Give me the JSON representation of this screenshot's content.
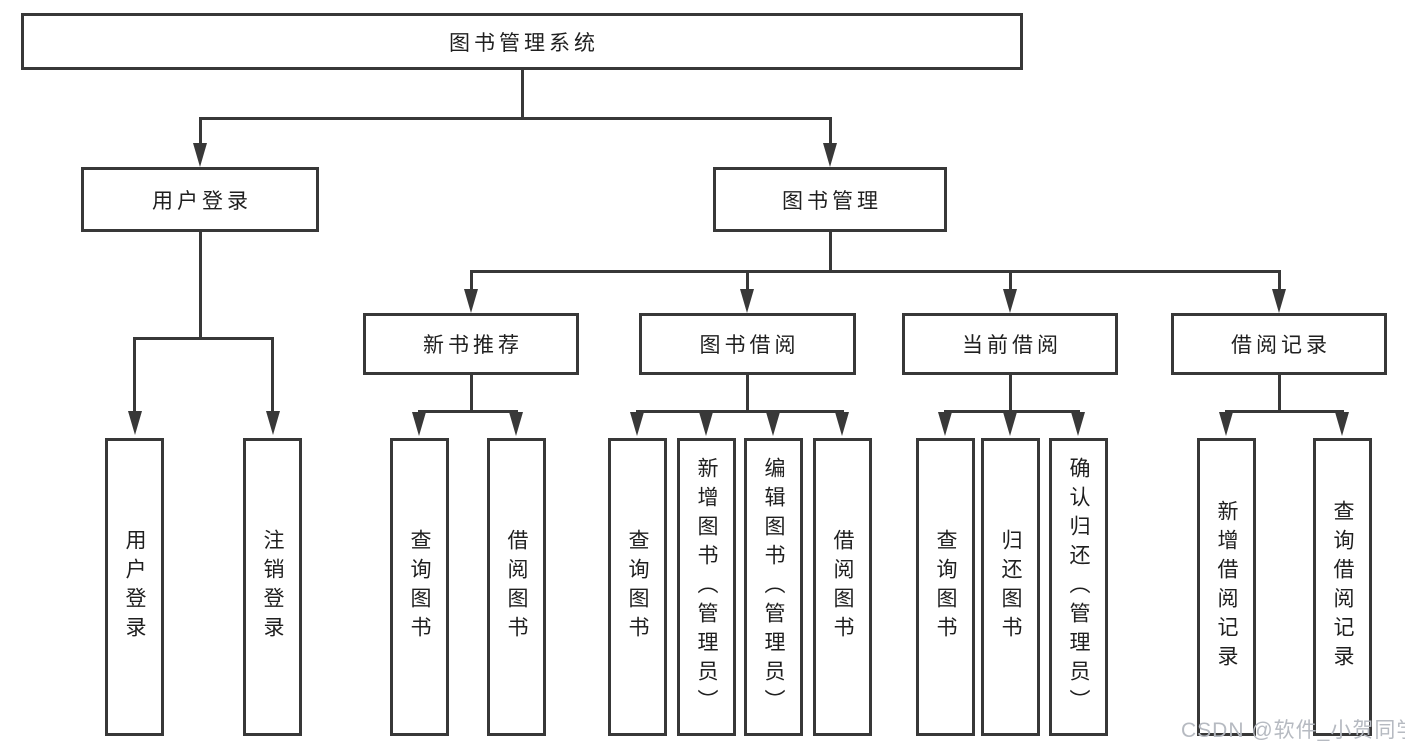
{
  "diagram_title": "图书管理系统",
  "tree": {
    "label": "图书管理系统",
    "children": [
      {
        "label": "用户登录",
        "children": [
          {
            "label": "用户登录"
          },
          {
            "label": "注销登录"
          }
        ]
      },
      {
        "label": "图书管理",
        "children": [
          {
            "label": "新书推荐",
            "children": [
              {
                "label": "查询图书"
              },
              {
                "label": "借阅图书"
              }
            ]
          },
          {
            "label": "图书借阅",
            "children": [
              {
                "label": "查询图书"
              },
              {
                "label": "新增图书（管理员）"
              },
              {
                "label": "编辑图书（管理员）"
              },
              {
                "label": "借阅图书"
              }
            ]
          },
          {
            "label": "当前借阅",
            "children": [
              {
                "label": "查询图书"
              },
              {
                "label": "归还图书"
              },
              {
                "label": "确认归还（管理员）"
              }
            ]
          },
          {
            "label": "借阅记录",
            "children": [
              {
                "label": "新增借阅记录"
              },
              {
                "label": "查询借阅记录"
              }
            ]
          }
        ]
      }
    ]
  },
  "watermark": {
    "text": "CSDN @软件_小贺同学"
  },
  "colors": {
    "line": "#383838",
    "text": "#1f1f1f",
    "watermark": "#b6bac1",
    "background": "#ffffff"
  }
}
